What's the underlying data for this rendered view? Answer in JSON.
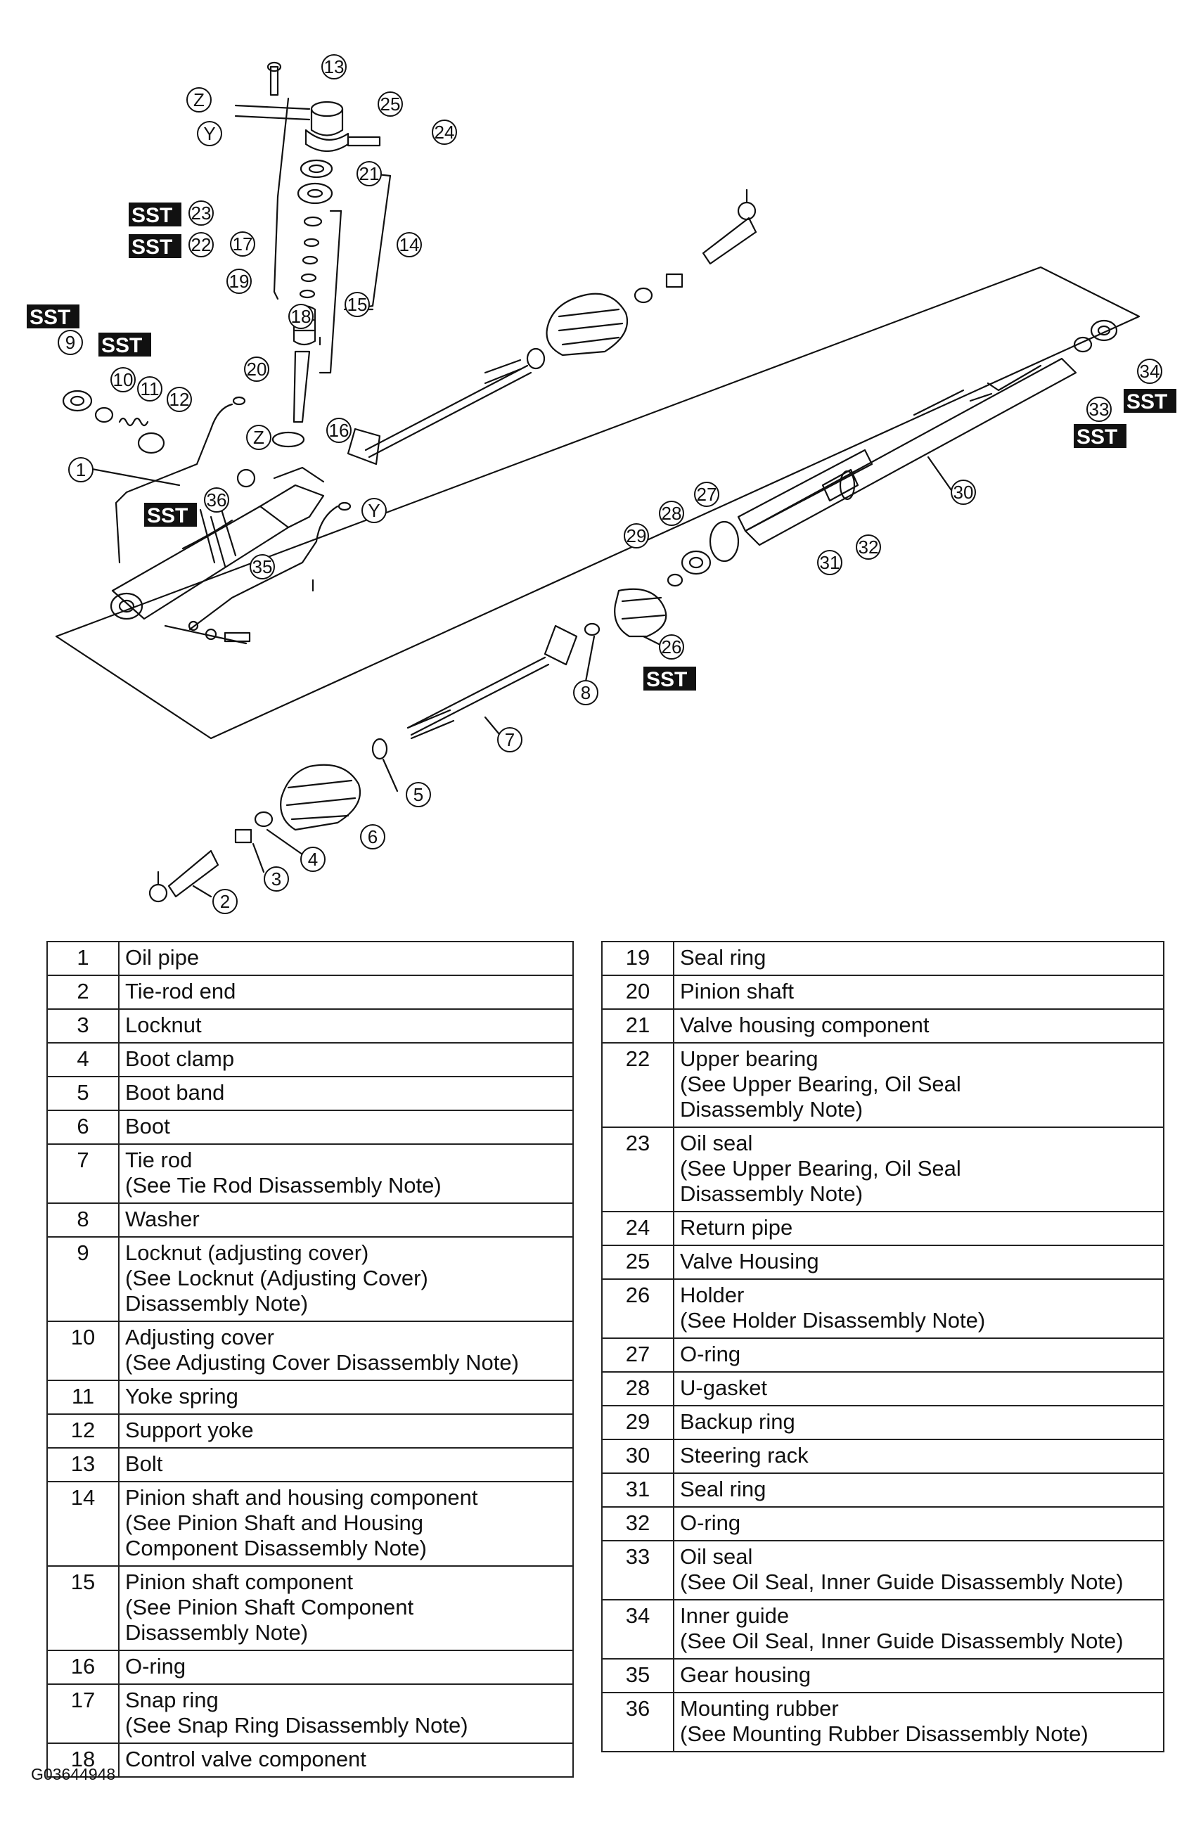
{
  "figure_code": "G03644948",
  "diagram": {
    "sst_label": "SST",
    "callouts": [
      "1",
      "2",
      "3",
      "4",
      "5",
      "6",
      "7",
      "8",
      "9",
      "10",
      "11",
      "12",
      "13",
      "14",
      "15",
      "16",
      "17",
      "18",
      "19",
      "20",
      "21",
      "22",
      "23",
      "24",
      "25",
      "26",
      "27",
      "28",
      "29",
      "30",
      "31",
      "32",
      "33",
      "34",
      "35",
      "36"
    ],
    "letters": [
      "Z",
      "Y"
    ]
  },
  "parts_left": [
    {
      "num": "1",
      "desc": "Oil pipe"
    },
    {
      "num": "2",
      "desc": "Tie-rod end"
    },
    {
      "num": "3",
      "desc": "Locknut"
    },
    {
      "num": "4",
      "desc": "Boot clamp"
    },
    {
      "num": "5",
      "desc": "Boot band"
    },
    {
      "num": "6",
      "desc": "Boot"
    },
    {
      "num": "7",
      "desc": "Tie rod",
      "note": "(See Tie Rod Disassembly Note)"
    },
    {
      "num": "8",
      "desc": "Washer"
    },
    {
      "num": "9",
      "desc": "Locknut (adjusting cover)",
      "note": "(See Locknut (Adjusting Cover)\nDisassembly Note)"
    },
    {
      "num": "10",
      "desc": "Adjusting cover",
      "note": "(See Adjusting Cover Disassembly Note)"
    },
    {
      "num": "11",
      "desc": "Yoke spring"
    },
    {
      "num": "12",
      "desc": "Support yoke"
    },
    {
      "num": "13",
      "desc": "Bolt"
    },
    {
      "num": "14",
      "desc": "Pinion shaft and housing component",
      "note": "(See Pinion Shaft and Housing\nComponent Disassembly Note)"
    },
    {
      "num": "15",
      "desc": "Pinion shaft component",
      "note": "(See Pinion Shaft Component\nDisassembly Note)"
    },
    {
      "num": "16",
      "desc": "O-ring"
    },
    {
      "num": "17",
      "desc": "Snap ring",
      "note": "(See Snap Ring Disassembly Note)"
    },
    {
      "num": "18",
      "desc": "Control valve component"
    }
  ],
  "parts_right": [
    {
      "num": "19",
      "desc": "Seal ring"
    },
    {
      "num": "20",
      "desc": "Pinion shaft"
    },
    {
      "num": "21",
      "desc": "Valve housing component"
    },
    {
      "num": "22",
      "desc": "Upper bearing",
      "note": "(See Upper Bearing, Oil Seal\nDisassembly Note)"
    },
    {
      "num": "23",
      "desc": "Oil seal",
      "note": "(See Upper Bearing, Oil Seal\nDisassembly Note)"
    },
    {
      "num": "24",
      "desc": "Return pipe"
    },
    {
      "num": "25",
      "desc": "Valve Housing"
    },
    {
      "num": "26",
      "desc": "Holder",
      "note": "(See Holder Disassembly Note)"
    },
    {
      "num": "27",
      "desc": "O-ring"
    },
    {
      "num": "28",
      "desc": "U-gasket"
    },
    {
      "num": "29",
      "desc": "Backup ring"
    },
    {
      "num": "30",
      "desc": "Steering rack"
    },
    {
      "num": "31",
      "desc": "Seal ring"
    },
    {
      "num": "32",
      "desc": "O-ring"
    },
    {
      "num": "33",
      "desc": "Oil seal",
      "note": "(See Oil Seal, Inner Guide Disassembly Note)"
    },
    {
      "num": "34",
      "desc": "Inner guide",
      "note": "(See Oil Seal, Inner Guide Disassembly Note)"
    },
    {
      "num": "35",
      "desc": "Gear housing"
    },
    {
      "num": "36",
      "desc": "Mounting rubber",
      "note": "(See Mounting Rubber Disassembly Note)"
    }
  ]
}
